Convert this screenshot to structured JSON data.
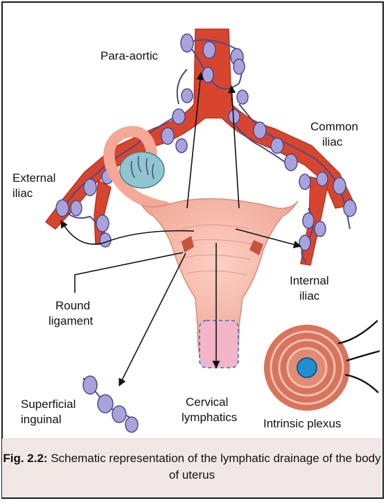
{
  "labels": {
    "para_aortic": "Para-aortic",
    "common_iliac": [
      "Common",
      "iliac"
    ],
    "external_iliac": [
      "External",
      "iliac"
    ],
    "internal_iliac": [
      "Internal",
      "iliac"
    ],
    "round_ligament": [
      "Round",
      "ligament"
    ],
    "superficial_inguinal": [
      "Superficial",
      "inguinal"
    ],
    "cervical_lymphatics": [
      "Cervical",
      "lymphatics"
    ],
    "intrinsic_plexus": "Intrinsic plexus"
  },
  "caption": {
    "label": "Fig. 2.2:",
    "text": "Schematic representation of the lymphatic drainage of the body of uterus"
  },
  "colors": {
    "artery": "#d8452e",
    "node": "#a9a3dd",
    "vessel": "#4a4a8a",
    "uterus": "#f6b8aa",
    "cervix_canal": "#f2b6c8",
    "plexus": "#d7745e",
    "plexus_core": "#1f8fd0",
    "ovary": "#8fc6cf",
    "caption_bg": "#f1e8e6"
  }
}
